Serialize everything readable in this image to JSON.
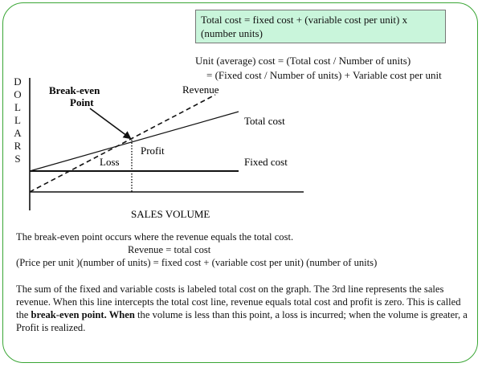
{
  "formula_box": {
    "line1": "Total cost = fixed cost + (variable  cost per unit) x",
    "line2": "(number units)"
  },
  "unit_cost": {
    "line1": "Unit (average)  cost = (Total cost /  Number of units)",
    "line2": "= (Fixed cost /  Number of units) + Variable  cost per unit"
  },
  "graph": {
    "y_axis_letters": [
      "D",
      "O",
      "L",
      "L",
      "A",
      "R",
      "S"
    ],
    "x_axis_label": "SALES VOLUME",
    "break_even_label_1": "Break-even",
    "break_even_label_2": "Point",
    "revenue_label": "Revenue",
    "total_cost_label": "Total cost",
    "fixed_cost_label": "Fixed cost",
    "profit_label": "Profit",
    "loss_label": "Loss"
  },
  "explanation": {
    "line1": "The break-even point occurs where the revenue equals the total cost.",
    "line2": "Revenue = total cost",
    "line3": "(Price per unit )(number of units)  = fixed cost + (variable  cost per unit) (number of units)"
  },
  "summary": {
    "p1": "The sum of the fixed and variable  costs is labeled total cost on the graph. The 3rd line represents  the sales revenue. When this line intercepts the total cost line, revenue equals total cost and profit is zero. This is called the ",
    "bold1": "break-even  point. When",
    "p2": " the volume is less than this point, a loss is incurred;  when the volume is greater, a Profit is realized."
  }
}
